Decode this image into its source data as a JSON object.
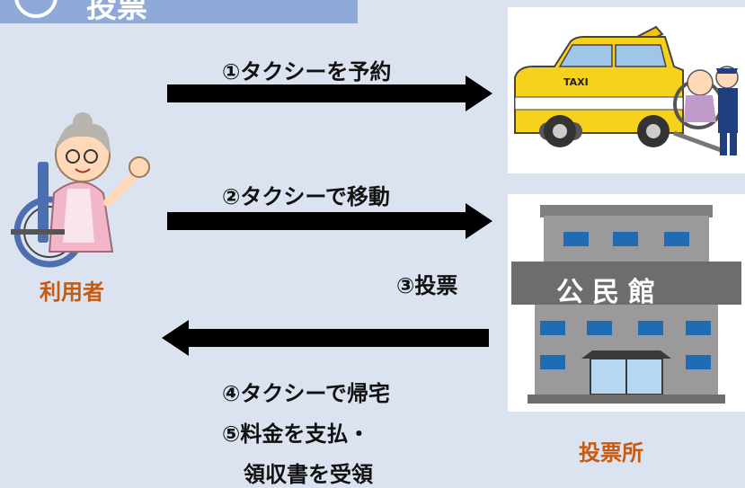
{
  "header": {
    "number_symbol": "〇",
    "title": "投票"
  },
  "user_label": "利用者",
  "polling_place_label": "投票所",
  "building_sign": "公民館",
  "taxi_sign": "TAXI",
  "steps": [
    {
      "label": "①タクシーを予約"
    },
    {
      "label": "②タクシーで移動"
    },
    {
      "label": "③投票"
    },
    {
      "label": "④タクシーで帰宅"
    },
    {
      "label": "⑤料金を支払・"
    },
    {
      "label": "領収書を受領"
    }
  ],
  "colors": {
    "background": "#dbe3f1",
    "header": "#8fa9d8",
    "accent": "#c55a11",
    "arrow": "#000000"
  }
}
